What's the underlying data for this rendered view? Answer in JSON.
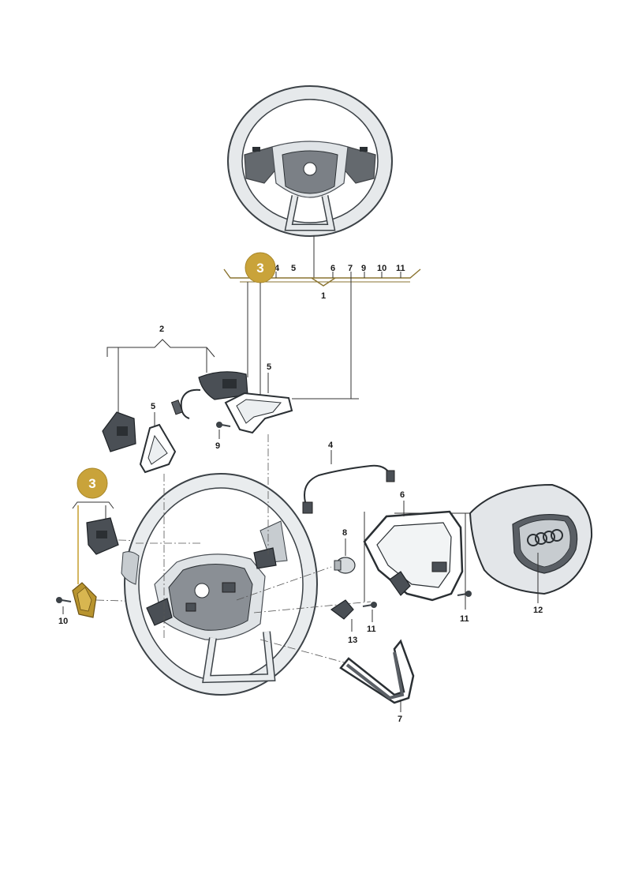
{
  "colors": {
    "accent": "#c9a33a",
    "part_dark": "#4a4f55",
    "part_light": "#dfe3e6"
  },
  "callouts": {
    "top_row": [
      "4",
      "5",
      "6",
      "7",
      "9",
      "10",
      "11"
    ],
    "item1": "1",
    "item2": "2",
    "item3": "3",
    "item4": "4",
    "item5": "5",
    "item6": "6",
    "item7": "7",
    "item8": "8",
    "item9": "9",
    "item10": "10",
    "item11": "11",
    "item12": "12",
    "item13": "13"
  }
}
